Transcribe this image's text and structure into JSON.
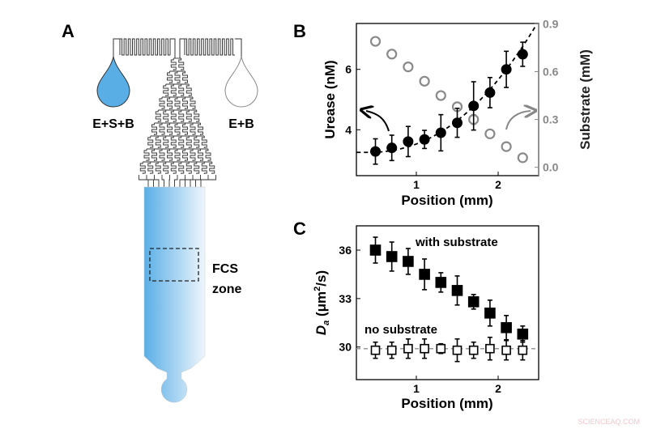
{
  "panels": {
    "a": {
      "letter": "A",
      "left_inlet_label": "E+S+B",
      "right_inlet_label": "E+B",
      "zone_label_line1": "FCS",
      "zone_label_line2": "zone",
      "colors": {
        "blue": "#5aaee6",
        "outline": "#333333"
      }
    },
    "b": {
      "letter": "B"
    },
    "c": {
      "letter": "C"
    }
  },
  "watermark": "SCIENCEAQ.COM",
  "chart_data": [
    {
      "type": "scatter",
      "panel": "B",
      "xlabel": "Position (mm)",
      "ylabel": "Urease (nM)",
      "y2label": "Substrate (mM)",
      "xlim": [
        0.27,
        2.49
      ],
      "ylim": [
        2.47,
        7.51
      ],
      "y2lim": [
        -0.05,
        0.9
      ],
      "xticks": [
        "1",
        "2"
      ],
      "yticks": [
        "4",
        "6"
      ],
      "y2ticks": [
        "0.0",
        "0.3",
        "0.6",
        "0.9"
      ],
      "x": [
        0.5,
        0.7,
        0.9,
        1.1,
        1.3,
        1.5,
        1.7,
        1.9,
        2.1,
        2.3
      ],
      "series": [
        {
          "axis": "left",
          "marker": "filled-circle",
          "color": "#000000",
          "values": [
            3.28,
            3.4,
            3.61,
            3.68,
            3.9,
            4.23,
            4.79,
            5.23,
            6.0,
            6.5
          ],
          "errors": [
            0.42,
            0.42,
            0.5,
            0.3,
            0.6,
            0.48,
            0.8,
            0.5,
            0.6,
            0.4
          ],
          "trend": "dashed-fit"
        },
        {
          "axis": "right",
          "marker": "open-circle",
          "color": "#8a8a8a",
          "values": [
            0.79,
            0.71,
            0.63,
            0.54,
            0.45,
            0.38,
            0.3,
            0.21,
            0.13,
            0.06
          ],
          "errors": [
            0.01,
            0.01,
            0.01,
            0.02,
            0.01,
            0.02,
            0.03,
            0.01,
            0.01,
            0.01
          ]
        }
      ]
    },
    {
      "type": "scatter",
      "panel": "C",
      "xlabel": "Position (mm)",
      "ylabel_main": "D",
      "ylabel_sub": "a",
      "ylabel_unit_pre": " (μm",
      "ylabel_sup": "2",
      "ylabel_unit_post": "/s)",
      "xlim": [
        0.27,
        2.49
      ],
      "ylim": [
        27.96,
        37.5
      ],
      "xticks": [
        "1",
        "2"
      ],
      "yticks": [
        "30",
        "33",
        "36"
      ],
      "reference_line": 29.9,
      "x": [
        0.5,
        0.7,
        0.9,
        1.1,
        1.3,
        1.5,
        1.7,
        1.9,
        2.1,
        2.3
      ],
      "series": [
        {
          "name": "with substrate",
          "marker": "filled-square",
          "color": "#000000",
          "values": [
            36.0,
            35.6,
            35.3,
            34.5,
            34.0,
            33.5,
            32.8,
            32.1,
            31.2,
            30.8
          ],
          "errors": [
            0.8,
            0.9,
            0.8,
            0.95,
            0.6,
            0.9,
            0.45,
            0.8,
            0.75,
            0.5
          ]
        },
        {
          "name": "no substrate",
          "marker": "open-square",
          "color": "#000000",
          "values": [
            29.8,
            29.8,
            29.9,
            29.9,
            29.9,
            29.8,
            29.8,
            29.9,
            29.8,
            29.8
          ],
          "errors": [
            0.5,
            0.5,
            0.6,
            0.6,
            0.3,
            0.7,
            0.5,
            0.7,
            0.6,
            0.6
          ]
        }
      ]
    }
  ]
}
